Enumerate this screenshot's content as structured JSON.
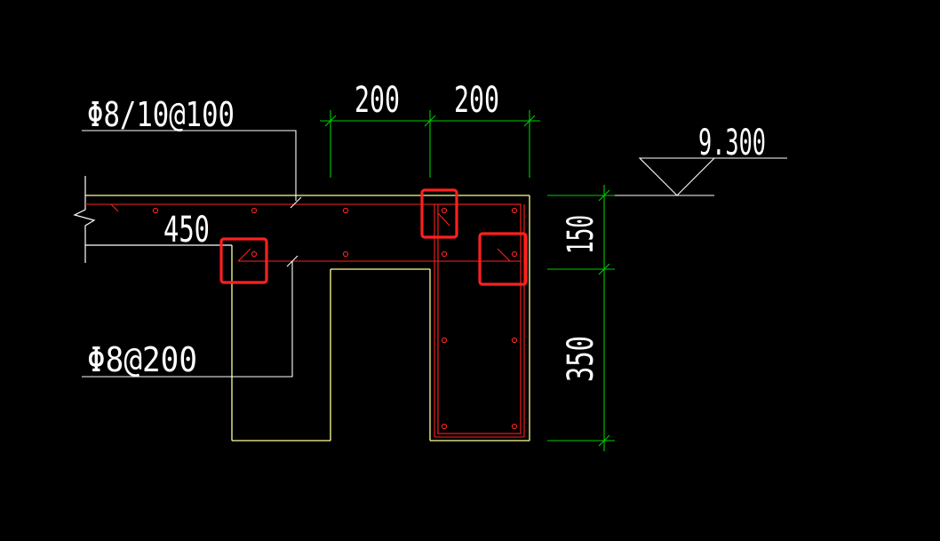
{
  "drawing": {
    "background_color": "#000000",
    "line_colors": {
      "concrete_outline": "#ffff99",
      "rebar": "#ff2020",
      "dimension": "#00cc00",
      "leader_and_text": "#ffffff",
      "highlight": "#ff2020"
    }
  },
  "callouts": {
    "top_rebar": "Φ8/10@100",
    "bottom_rebar": "Φ8@200",
    "slab_thickness": "450"
  },
  "dimensions": {
    "top_left": "200",
    "top_right": "200",
    "vertical_upper": "150",
    "vertical_lower": "350"
  },
  "elevation": {
    "value": "9.300"
  },
  "annotations": {
    "highlight_boxes_count": 3
  }
}
